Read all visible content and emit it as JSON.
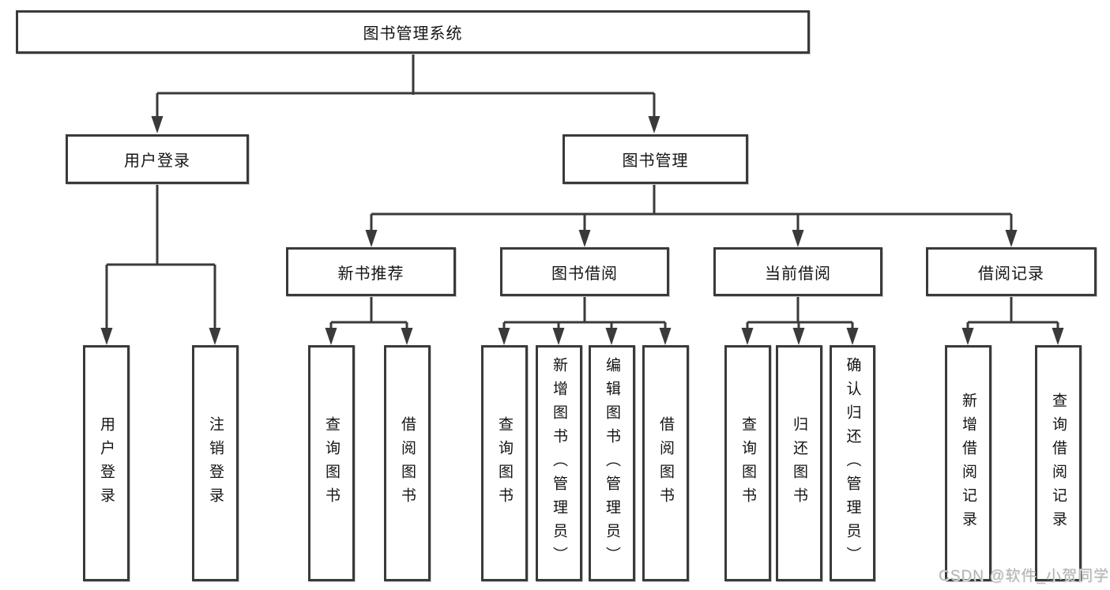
{
  "diagram": {
    "root": "图书管理系统",
    "branches": {
      "login": {
        "label": "用户登录",
        "children": [
          "用户登录",
          "注销登录"
        ]
      },
      "management": {
        "label": "图书管理",
        "sections": [
          {
            "label": "新书推荐",
            "children": [
              "查询图书",
              "借阅图书"
            ]
          },
          {
            "label": "图书借阅",
            "children": [
              "查询图书",
              "新增图书（管理员）",
              "编辑图书（管理员）",
              "借阅图书"
            ]
          },
          {
            "label": "当前借阅",
            "children": [
              "查询图书",
              "归还图书",
              "确认归还（管理员）"
            ]
          },
          {
            "label": "借阅记录",
            "children": [
              "新增借阅记录",
              "查询借阅记录"
            ]
          }
        ]
      }
    }
  },
  "watermark": "CSDN @软件_小贺同学",
  "colors": {
    "line": "#3a3a3a",
    "box_border": "#3a3a3a",
    "text": "#141414",
    "watermark": "#b4b4b4",
    "background": "#ffffff"
  }
}
